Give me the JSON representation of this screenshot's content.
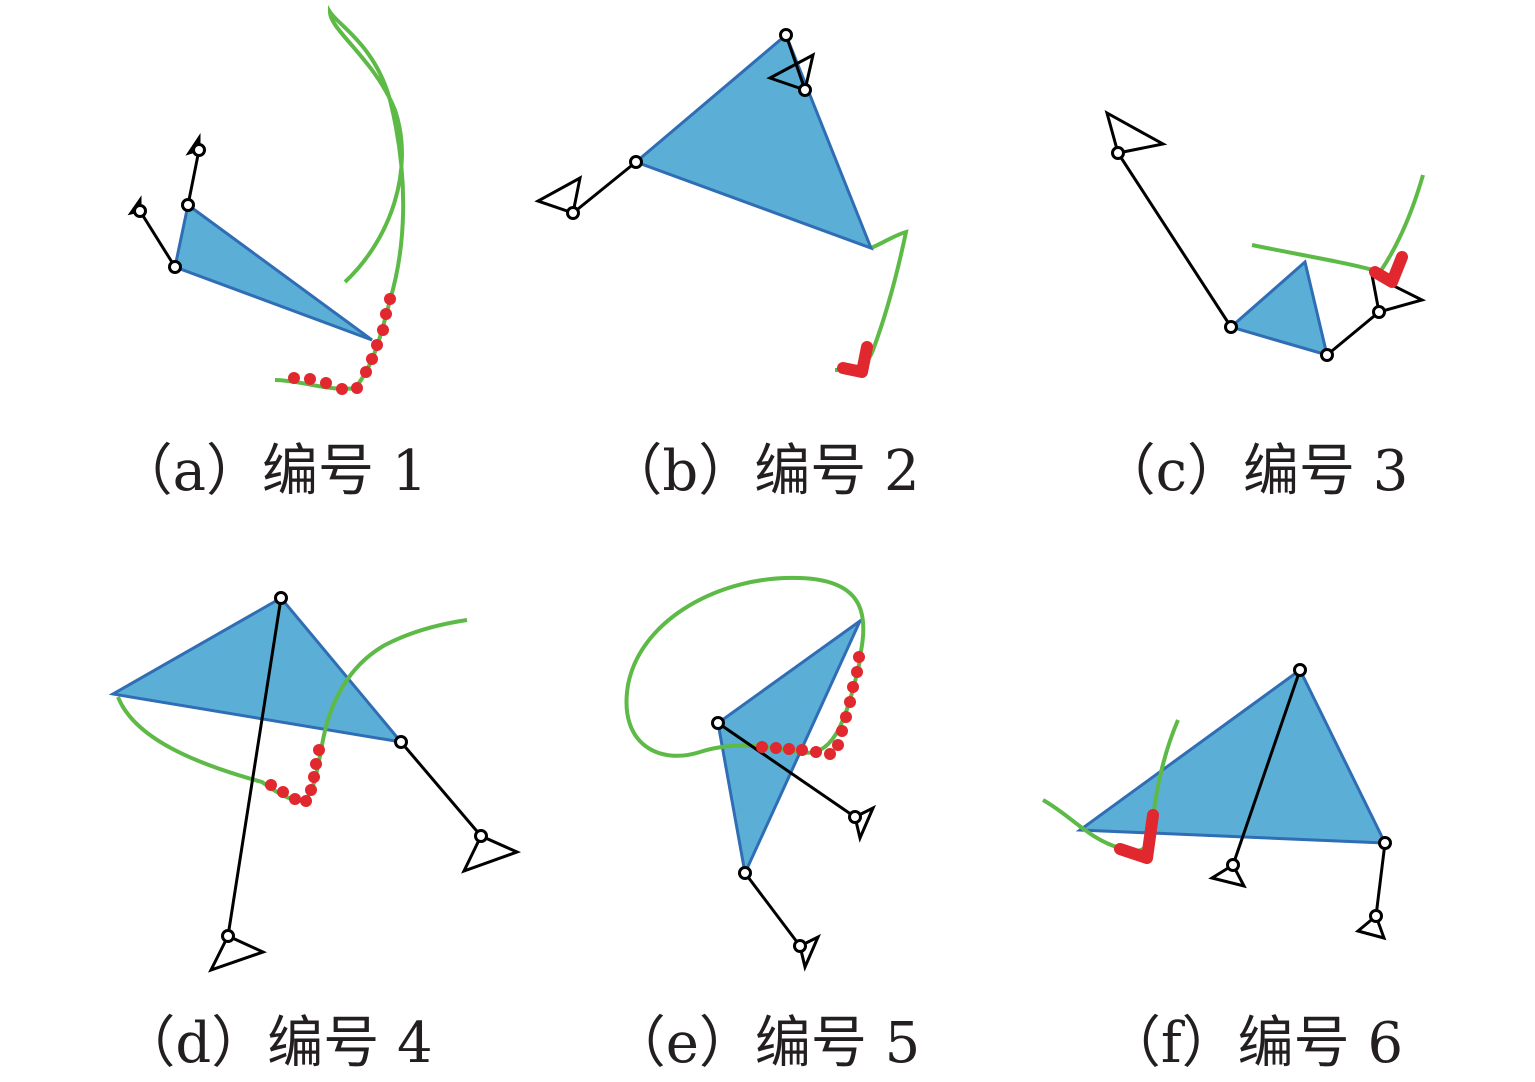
{
  "colors": {
    "triangle_fill": "#5baed5",
    "triangle_stroke": "#2f6db5",
    "link": "#000000",
    "joint_fill": "#ffffff",
    "trajectory": "#5dba47",
    "marker": "#e0282e"
  },
  "panels": [
    {
      "id": "a",
      "caption": "（a）编号 1"
    },
    {
      "id": "b",
      "caption": "（b）编号 2"
    },
    {
      "id": "c",
      "caption": "（c）编号 3"
    },
    {
      "id": "d",
      "caption": "（d）编号 4"
    },
    {
      "id": "e",
      "caption": "（e）编号 5"
    },
    {
      "id": "f",
      "caption": "（f）编号 6"
    }
  ]
}
